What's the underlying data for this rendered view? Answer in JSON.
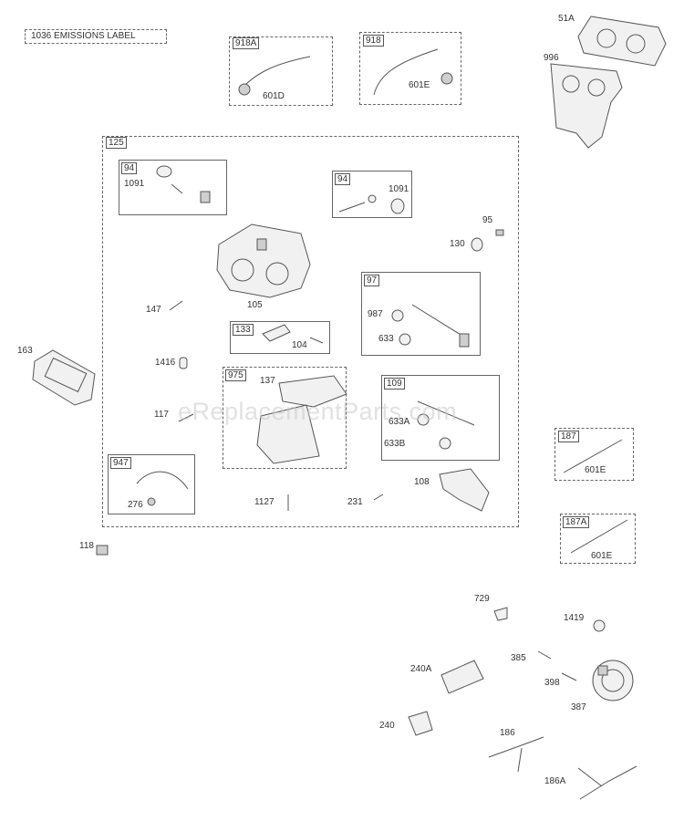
{
  "watermark": "eReplacementParts.com",
  "emissions_label": "1036 EMISSIONS LABEL",
  "groups": {
    "g125": "125",
    "g94a": "94",
    "g94b": "94",
    "g97": "97",
    "g133": "133",
    "g975": "975",
    "g109": "109",
    "g947": "947",
    "g918a": "918A",
    "g918": "918",
    "g187": "187",
    "g187a": "187A"
  },
  "labels": {
    "p51a": "51A",
    "p996": "996",
    "p601d": "601D",
    "p601e_1": "601E",
    "p1091_a": "1091",
    "p1091_b": "1091",
    "p95": "95",
    "p130": "130",
    "p147": "147",
    "p105": "105",
    "p987": "987",
    "p633": "633",
    "p104": "104",
    "p163": "163",
    "p1416": "1416",
    "p137": "137",
    "p633a": "633A",
    "p633b": "633B",
    "p117": "117",
    "p276": "276",
    "p1127": "1127",
    "p231": "231",
    "p108": "108",
    "p601e_2": "601E",
    "p118": "118",
    "p601e_3": "601E",
    "p729": "729",
    "p1419": "1419",
    "p385": "385",
    "p240a": "240A",
    "p398": "398",
    "p387": "387",
    "p240": "240",
    "p186": "186",
    "p186a": "186A"
  }
}
